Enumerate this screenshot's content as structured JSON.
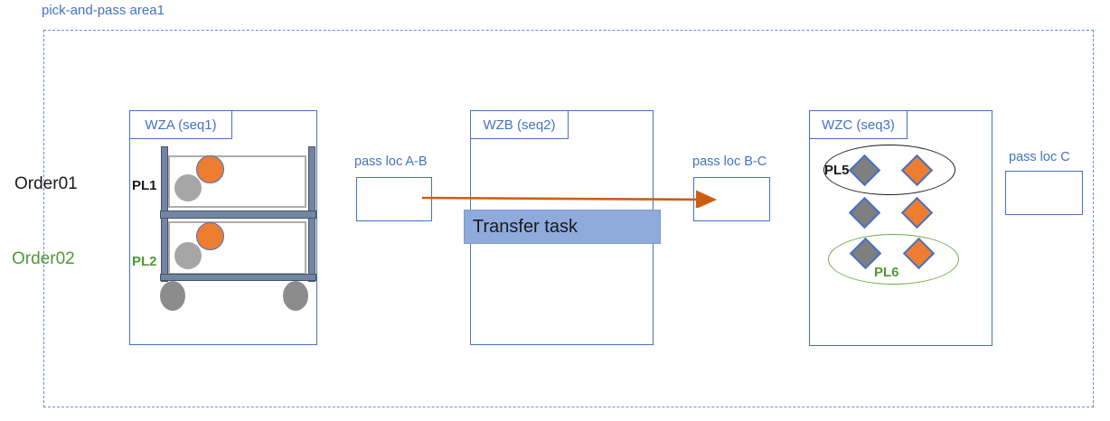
{
  "title": "pick-and-pass area1",
  "orders": [
    {
      "label": "Order01",
      "color": "#1a1a1a"
    },
    {
      "label": "Order02",
      "color": "#4E9A35"
    }
  ],
  "zones": [
    {
      "header": "WZA (seq1)",
      "shelves": [
        {
          "label": "PL1",
          "items": [
            "gray-circle",
            "orange-circle"
          ]
        },
        {
          "label": "PL2",
          "items": [
            "gray-circle",
            "orange-circle"
          ]
        }
      ],
      "equipment": "two-shelf trolley cart with wheels"
    },
    {
      "header": "WZB (seq2)"
    },
    {
      "header": "WZC (seq3)",
      "groups": [
        {
          "label": "PL5",
          "outline": "black-ellipse"
        },
        {
          "label": "PL6",
          "outline": "green-ellipse"
        }
      ],
      "item_rows": [
        [
          "gray-diamond",
          "orange-diamond"
        ],
        [
          "gray-diamond",
          "orange-diamond"
        ],
        [
          "gray-diamond",
          "orange-diamond"
        ]
      ]
    }
  ],
  "pass_locations": [
    {
      "label": "pass loc A-B"
    },
    {
      "label": "pass loc B-C"
    },
    {
      "label": "pass loc C"
    }
  ],
  "transfer": {
    "label": "Transfer task"
  },
  "colors": {
    "accent_blue": "#4472C4",
    "dashed_border": "#6D8FD4",
    "orange": "#ED7D31",
    "arrow_orange": "#CC5E13",
    "gray_item": "#A6A6A6",
    "diamond_gray": "#7F7F7F",
    "green_ellipse": "#70AD47",
    "green_text": "#4E9A35",
    "cart_frame": "#7285A3",
    "transfer_fill": "#8FAADC"
  }
}
